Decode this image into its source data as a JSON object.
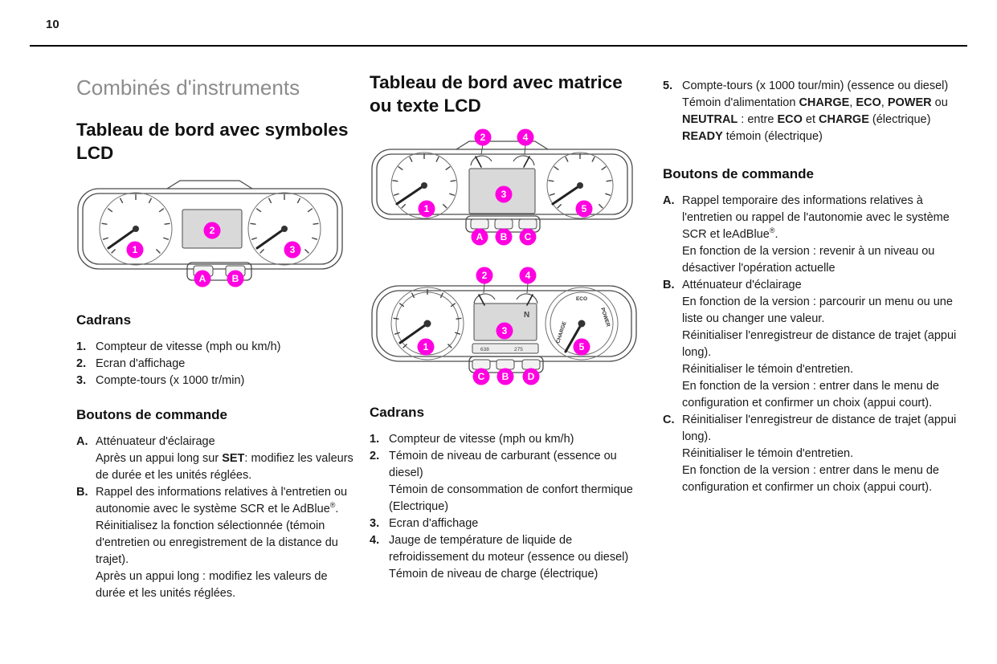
{
  "page": {
    "number": "10"
  },
  "colors": {
    "callout": "#ff00e1",
    "title_gray": "#8c8c8c",
    "lcd_fill": "#d9d9d9",
    "line": "#000000"
  },
  "left_column": {
    "title": "Combinés d'instruments",
    "heading": "Tableau de bord avec symboles LCD",
    "cadrans": {
      "heading": "Cadrans",
      "items": [
        {
          "label": "1.",
          "text": "Compteur de vitesse (mph ou km/h)"
        },
        {
          "label": "2.",
          "text": "Ecran d'affichage"
        },
        {
          "label": "3.",
          "text": "Compte-tours (x 1000 tr/min)"
        }
      ]
    },
    "boutons": {
      "heading": "Boutons de commande",
      "item_a": {
        "label": "A.",
        "line1": "Atténuateur d'éclairage",
        "line2_pre": "Après un appui long sur ",
        "line2_bold": "SET",
        "line2_post": ": modifiez les valeurs de durée et les unités réglées."
      },
      "item_b": {
        "label": "B.",
        "line1": "Rappel des informations relatives à l'entretien ou autonomie avec le système SCR et le AdBlue",
        "line1_sup": "®",
        "line1_end": ".",
        "line2": "Réinitialisez la fonction sélectionnée (témoin d'entretien ou enregistrement de la distance du trajet).",
        "line3": "Après un appui long : modifiez les valeurs de durée et les unités réglées."
      }
    }
  },
  "middle_column": {
    "heading": "Tableau de bord avec matrice ou texte LCD",
    "cadrans": {
      "heading": "Cadrans",
      "item1": {
        "label": "1.",
        "line1": "Compteur de vitesse (mph ou km/h)"
      },
      "item2": {
        "label": "2.",
        "line1": "Témoin de niveau de carburant (essence ou diesel)",
        "line2": "Témoin de consommation de confort thermique (Electrique)"
      },
      "item3": {
        "label": "3.",
        "line1": "Ecran d'affichage"
      },
      "item4": {
        "label": "4.",
        "line1": "Jauge de température de liquide de refroidissement du moteur (essence ou diesel)",
        "line2": "Témoin de niveau de charge (électrique)"
      }
    }
  },
  "right_column": {
    "item5": {
      "label": "5.",
      "line1": "Compte-tours (x 1000 tour/min) (essence ou diesel)",
      "line2_segments": [
        "Témoin d'alimentation ",
        "CHARGE",
        ", ",
        "ECO",
        ", ",
        "POWER",
        " ou ",
        "NEUTRAL",
        " : entre ",
        "ECO",
        " et ",
        "CHARGE",
        " (électrique)"
      ],
      "line3_bold": "READY",
      "line3_rest": " témoin (électrique)"
    },
    "boutons": {
      "heading": "Boutons de commande",
      "item_a": {
        "label": "A.",
        "line1": "Rappel temporaire des informations relatives à l'entretien ou rappel de l'autonomie avec le système SCR et leAdBlue",
        "line1_sup": "®",
        "line1_end": ".",
        "line2": "En fonction de la version : revenir à un niveau ou désactiver l'opération actuelle"
      },
      "item_b": {
        "label": "B.",
        "line1": "Atténuateur d'éclairage",
        "line2": "En fonction de la version : parcourir un menu ou une liste ou changer une valeur.",
        "line3": "Réinitialiser l'enregistreur de distance de trajet (appui long).",
        "line4": "Réinitialiser le témoin d'entretien.",
        "line5": "En fonction de la version : entrer dans le menu de configuration et confirmer un choix (appui court)."
      },
      "item_c": {
        "label": "C.",
        "line1": "Réinitialiser l'enregistreur de distance de trajet (appui long).",
        "line2": "Réinitialiser le témoin d'entretien.",
        "line3": "En fonction de la version : entrer dans le menu de configuration et confirmer un choix (appui court)."
      }
    }
  },
  "figures": {
    "fig1": {
      "markers": [
        "1",
        "2",
        "3",
        "A",
        "B"
      ]
    },
    "fig2": {
      "markers": [
        "1",
        "2",
        "3",
        "4",
        "5",
        "A",
        "B",
        "C"
      ]
    },
    "fig3": {
      "markers": [
        "1",
        "2",
        "3",
        "4",
        "5",
        "C",
        "B",
        "D"
      ],
      "gear_indicator": "N",
      "eco_label": "ECO",
      "power_label": "POWER",
      "charge_label": "CHARGE",
      "odo_left": "638",
      "odo_right": "275"
    }
  }
}
